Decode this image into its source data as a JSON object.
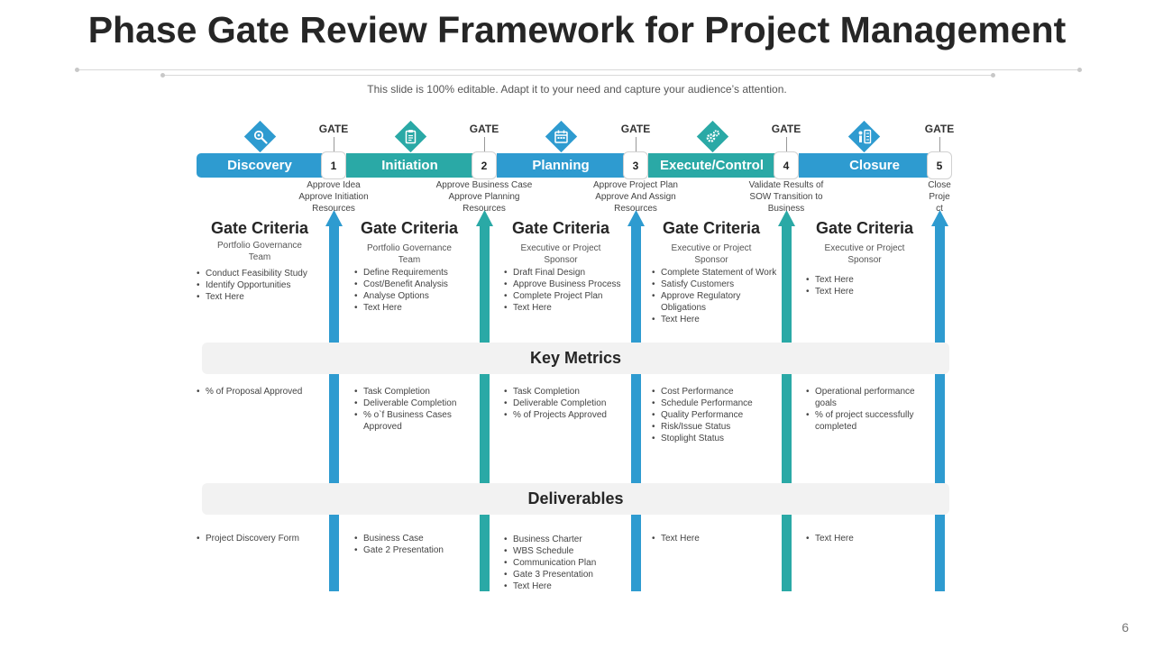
{
  "title": "Phase Gate Review Framework for Project Management",
  "subtitle": "This slide is 100% editable. Adapt it to your need and capture your audience’s attention.",
  "colors": {
    "blue": "#2e9bd0",
    "teal": "#2aa9a6",
    "dark_text": "#262626"
  },
  "phases": [
    {
      "label": "Discovery",
      "icon": "search-gear-icon",
      "color": "#2e9bd0"
    },
    {
      "label": "Initiation",
      "icon": "clipboard-icon",
      "color": "#2aa9a6"
    },
    {
      "label": "Planning",
      "icon": "calendar-icon",
      "color": "#2e9bd0"
    },
    {
      "label": "Execute/Control",
      "icon": "gears-icon",
      "color": "#2aa9a6"
    },
    {
      "label": "Closure",
      "icon": "checklist-icon",
      "color": "#2e9bd0"
    }
  ],
  "gates": [
    {
      "label": "GATE",
      "number": "1",
      "lines": [
        "Approve Idea",
        "Approve Initiation",
        "Resources"
      ]
    },
    {
      "label": "GATE",
      "number": "2",
      "lines": [
        "Approve Business Case",
        "Approve Planning",
        "Resources"
      ]
    },
    {
      "label": "GATE",
      "number": "3",
      "lines": [
        "Approve Project Plan",
        "Approve And Assign",
        "Resources"
      ]
    },
    {
      "label": "GATE",
      "number": "4",
      "lines": [
        "Validate Results of",
        "SOW Transition to",
        "Business"
      ]
    },
    {
      "label": "GATE",
      "number": "5",
      "lines": [
        "Close",
        "Proje",
        "ct"
      ]
    }
  ],
  "gate_criteria": [
    {
      "title": "Gate Criteria",
      "owner": [
        "Portfolio Governance",
        "Team"
      ],
      "items": [
        "Conduct Feasibility Study",
        "Identify  Opportunities",
        "Text Here"
      ]
    },
    {
      "title": "Gate Criteria",
      "owner": [
        "Portfolio Governance",
        "Team"
      ],
      "items": [
        "Define Requirements",
        "Cost/Benefit Analysis",
        "Analyse Options",
        "Text Here"
      ]
    },
    {
      "title": "Gate Criteria",
      "owner": [
        "Executive or Project",
        "Sponsor"
      ],
      "items": [
        "Draft Final Design",
        "Approve Business Process",
        "Complete  Project Plan",
        "Text Here"
      ]
    },
    {
      "title": "Gate Criteria",
      "owner": [
        "Executive or Project",
        "Sponsor"
      ],
      "items": [
        "Complete  Statement of Work",
        "Satisfy Customers",
        "Approve Regulatory Obligations",
        " Text Here"
      ]
    },
    {
      "title": "Gate Criteria",
      "owner": [
        "Executive or Project",
        "Sponsor"
      ],
      "items": [
        "Text Here",
        "Text Here"
      ]
    }
  ],
  "key_metrics": {
    "title": "Key Metrics",
    "columns": [
      [
        "% of Proposal Approved"
      ],
      [
        "Task Completion",
        "Deliverable Completion",
        "% o`f Business Cases Approved"
      ],
      [
        "Task Completion",
        "Deliverable Completion",
        "% of Projects Approved"
      ],
      [
        "Cost Performance",
        "Schedule Performance",
        "Quality Performance",
        "Risk/Issue Status",
        "Stoplight Status"
      ],
      [
        "Operational performance goals",
        "% of project successfully completed"
      ]
    ]
  },
  "deliverables": {
    "title": "Deliverables",
    "columns": [
      [
        "Project Discovery Form"
      ],
      [
        "Business Case",
        "Gate 2 Presentation"
      ],
      [
        "Business Charter",
        "WBS Schedule",
        "Communication  Plan",
        "Gate 3 Presentation",
        " Text Here"
      ],
      [
        " Text Here"
      ],
      [
        " Text Here"
      ]
    ]
  },
  "page_number": "6"
}
